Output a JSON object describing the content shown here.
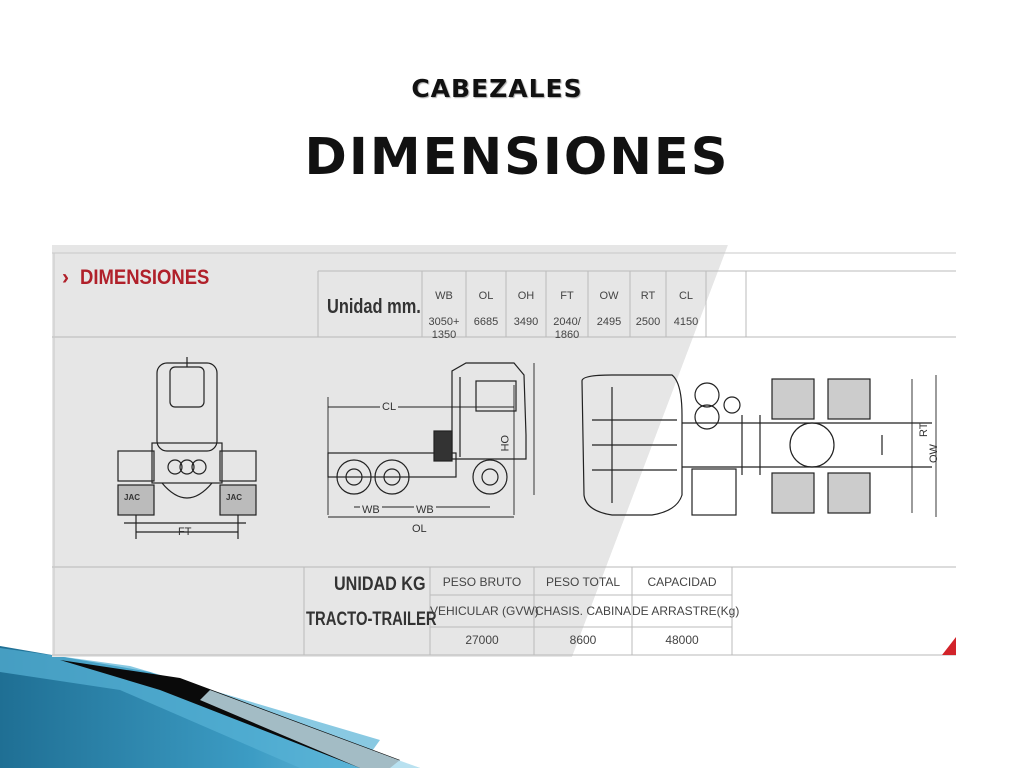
{
  "slide": {
    "subtitle": "CABEZALES",
    "title": "DIMENSIONES"
  },
  "spec_sheet": {
    "heading_chevron": "›",
    "heading": "DIMENSIONES",
    "unit_label": "Unidad mm.",
    "dimension_columns": [
      {
        "code": "WB",
        "value": "3050+\n1350"
      },
      {
        "code": "OL",
        "value": "6685"
      },
      {
        "code": "OH",
        "value": "3490"
      },
      {
        "code": "FT",
        "value": "2040/\n1860"
      },
      {
        "code": "OW",
        "value": "2495"
      },
      {
        "code": "RT",
        "value": "2500"
      },
      {
        "code": "CL",
        "value": "4150"
      }
    ],
    "drawing_labels": {
      "front_ft": "FT",
      "front_badge_left": "JAC",
      "front_badge_right": "JAC",
      "side_cl": "CL",
      "side_oh": "OH",
      "side_wb1": "WB",
      "side_wb2": "WB",
      "side_ol": "OL",
      "top_rt": "RT",
      "top_ow": "OW"
    },
    "weight_unit_line1": "UNIDAD KG",
    "weight_unit_line2": "TRACTO-TRAILER",
    "weight_columns": [
      {
        "header1": "PESO BRUTO",
        "header2": "VEHICULAR (GVW)",
        "value": "27000"
      },
      {
        "header1": "PESO TOTAL",
        "header2": "CHASIS. CABINA",
        "value": "8600"
      },
      {
        "header1": "CAPACIDAD",
        "header2": "DE ARRASTRE(Kg)",
        "value": "48000"
      }
    ]
  },
  "colors": {
    "accent_red": "#b0202a",
    "sheet_gray": "#e6e6e6",
    "teal_decoration": "#2a7fa8"
  }
}
